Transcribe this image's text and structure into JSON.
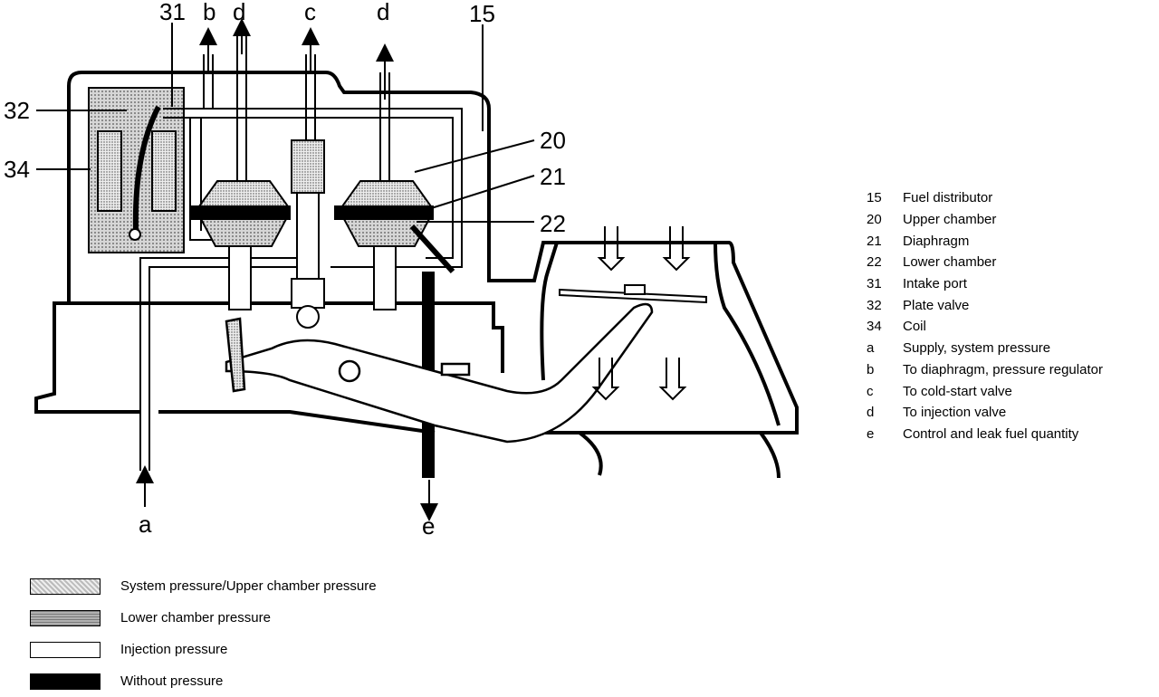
{
  "callouts": {
    "n31": "31",
    "b_top": "b",
    "d_left": "d",
    "c_top": "c",
    "d_right": "d",
    "n15": "15",
    "n32": "32",
    "n34": "34",
    "n20": "20",
    "n21": "21",
    "n22": "22",
    "a_bottom": "a",
    "e_bottom": "e"
  },
  "legend": [
    {
      "num": "15",
      "text": "Fuel distributor"
    },
    {
      "num": "20",
      "text": "Upper chamber"
    },
    {
      "num": "21",
      "text": "Diaphragm"
    },
    {
      "num": "22",
      "text": "Lower chamber"
    },
    {
      "num": "31",
      "text": "Intake port"
    },
    {
      "num": "32",
      "text": "Plate valve"
    },
    {
      "num": "34",
      "text": "Coil"
    },
    {
      "num": "a",
      "text": "Supply, system pressure"
    },
    {
      "num": "b",
      "text": "To diaphragm, pressure regulator"
    },
    {
      "num": "c",
      "text": "To cold-start valve"
    },
    {
      "num": "d",
      "text": "To injection valve"
    },
    {
      "num": "e",
      "text": "Control and leak fuel quantity"
    }
  ],
  "pressure_key": [
    {
      "text": "System pressure/Upper chamber pressure"
    },
    {
      "text": "Lower chamber pressure"
    },
    {
      "text": "Injection pressure"
    },
    {
      "text": "Without pressure"
    }
  ]
}
